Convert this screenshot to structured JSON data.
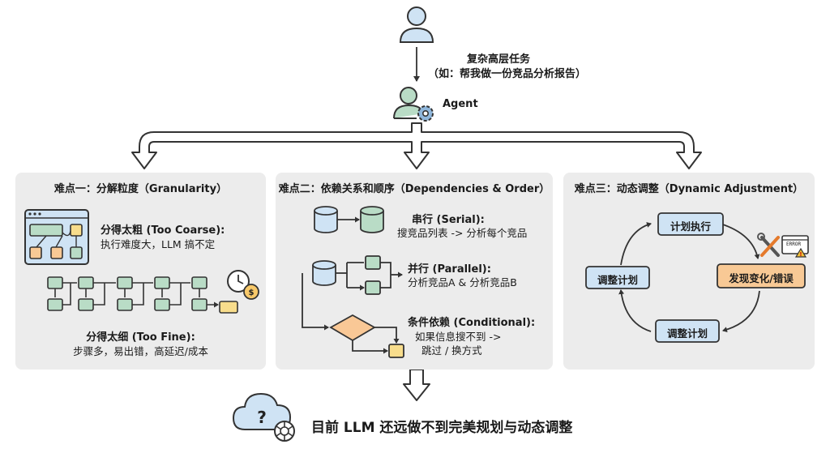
{
  "top": {
    "task_title": "复杂高层任务",
    "task_example": "（如：帮我做一份竞品分析报告）",
    "agent_label": "Agent"
  },
  "panels": [
    {
      "title": "难点一：分解粒度（Granularity）",
      "coarse_title": "分得太粗 (Too Coarse):",
      "coarse_desc": "执行难度大，LLM 搞不定",
      "fine_title": "分得太细 (Too Fine):",
      "fine_desc": "步骤多，易出错，高延迟/成本"
    },
    {
      "title": "难点二：依赖关系和顺序（Dependencies & Order）",
      "serial_title": "串行 (Serial):",
      "serial_desc": "搜竞品列表 -> 分析每个竞品",
      "parallel_title": "并行 (Parallel):",
      "parallel_desc": "分析竞品A & 分析竞品B",
      "conditional_title": "条件依赖 (Conditional):",
      "conditional_desc1": "如果信息搜不到 ->",
      "conditional_desc2": "跳过 / 换方式"
    },
    {
      "title": "难点三：动态调整（Dynamic Adjustment）",
      "nodes": {
        "execute": "计划执行",
        "detect": "发现变化/错误",
        "adjust_bottom": "调整计划",
        "adjust_left": "调整计划"
      },
      "error_badge": "ERROR"
    }
  ],
  "bottom": {
    "conclusion": "目前 LLM 还远做不到完美规划与动态调整"
  },
  "colors": {
    "panel_bg": "#ececec",
    "blue_fill": "#cfe3f4",
    "green_fill": "#b9dcc6",
    "yellow_fill": "#f8dd8c",
    "orange_fill": "#f8c995",
    "diamond_fill": "#f9c896",
    "outline": "#333333"
  }
}
